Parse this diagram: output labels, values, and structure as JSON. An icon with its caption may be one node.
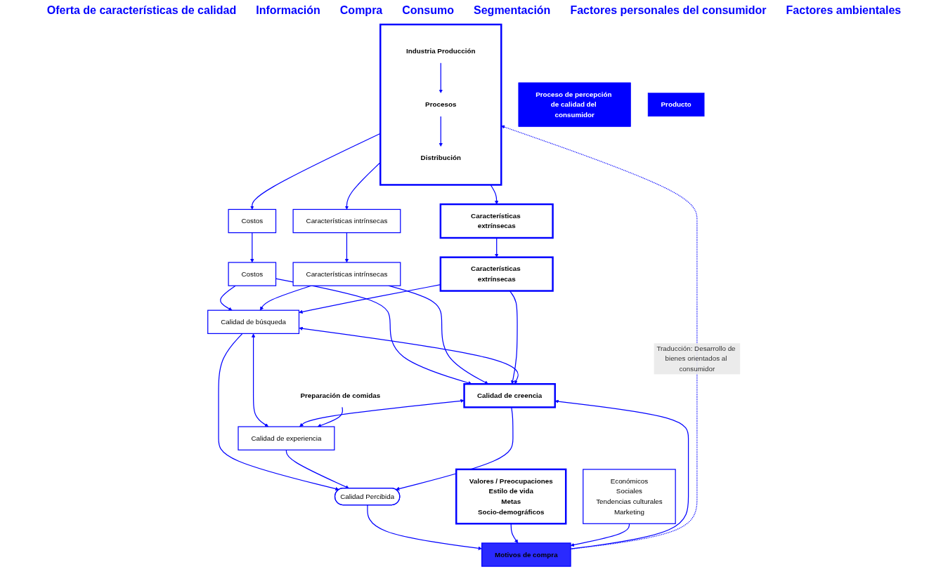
{
  "diagram": {
    "nodes": [
      {
        "text": [
          "Producto"
        ]
      },
      {
        "text": [
          "Proceso de percepción de calidad del consumidor"
        ]
      },
      {
        "text": [],
        "shape": "box"
      },
      {
        "text": [
          "Industria Producción"
        ],
        "in": 2
      },
      {
        "text": [
          "Procesos"
        ],
        "in": 2
      },
      {
        "text": [
          "Distribución"
        ],
        "in": 2
      },
      {
        "text": [
          "Costos"
        ]
      },
      {
        "text": [
          "Características intrínsecas"
        ]
      },
      {
        "text": [
          "Características extrínsecas"
        ]
      },
      {
        "text": [
          "Costos"
        ]
      },
      {
        "text": [
          "Características intrínsecas"
        ]
      },
      {
        "text": [
          "Características extrínsecas"
        ]
      },
      {
        "text": [
          "Calidad de búsqueda"
        ]
      },
      {
        "text": [
          "Preparación de comidas"
        ]
      },
      {
        "text": [
          "Calidad de experiencia"
        ]
      },
      {
        "text": [
          "Calidad de creencia"
        ]
      },
      {
        "text": [
          "Calidad Percibida"
        ]
      },
      {
        "text": [
          "Motivos de compra"
        ]
      },
      {
        "text": [
          "Valores / Preocupaciones",
          "Estilo de vida",
          "Metas",
          "Socio-demográficos"
        ]
      },
      {
        "text": [
          "Económicos",
          "Sociales",
          "Tendencias culturales",
          "Marketing"
        ]
      }
    ],
    "edges": [
      {
        "from": 3,
        "to": 4,
        "arrow": "to"
      },
      {
        "from": 4,
        "to": 5,
        "arrow": "to"
      },
      {
        "from": 2,
        "to": 6,
        "arrow": "to"
      },
      {
        "from": 2,
        "to": 7,
        "arrow": "to"
      },
      {
        "from": 2,
        "to": 8,
        "arrow": "to"
      },
      {
        "from": 6,
        "to": 9,
        "arrow": "to"
      },
      {
        "from": 7,
        "to": 10,
        "arrow": "to"
      },
      {
        "from": 8,
        "to": 11,
        "arrow": "to"
      },
      {
        "from": 9,
        "to": 12,
        "arrow": "to"
      },
      {
        "from": 9,
        "to": 15,
        "arrow": "to"
      },
      {
        "from": 10,
        "to": 12,
        "arrow": "to"
      },
      {
        "from": 10,
        "to": 15,
        "arrow": "to"
      },
      {
        "from": 11,
        "to": 12,
        "arrow": "to"
      },
      {
        "from": 11,
        "to": 15,
        "arrow": "to"
      },
      {
        "from": 12,
        "to": 15,
        "arrow": "both"
      },
      {
        "from": 12,
        "to": 14,
        "arrow": "both"
      },
      {
        "from": 15,
        "to": 14,
        "arrow": "both"
      },
      {
        "from": 13,
        "to": 14,
        "arrow": "to"
      },
      {
        "from": 12,
        "to": 16,
        "arrow": "to"
      },
      {
        "from": 14,
        "to": 16,
        "arrow": "to"
      },
      {
        "from": 15,
        "to": 16,
        "arrow": "to"
      },
      {
        "from": 16,
        "to": 17,
        "arrow": "to"
      },
      {
        "from": 17,
        "to": 15,
        "arrow": "to"
      },
      {
        "from": 17,
        "to": 2,
        "arrow": "to",
        "style": "dashed",
        "label": "Traducción: Desarrollo de bienes orientados al consumidor"
      },
      {
        "from": 18,
        "to": 17,
        "arrow": "to"
      },
      {
        "from": 19,
        "to": 17,
        "arrow": "to"
      }
    ],
    "labels": [
      "Oferta de características de calidad",
      "Información",
      "Compra",
      "Consumo",
      "Segmentación",
      "Factores personales del consumidor",
      "Factores ambientales"
    ]
  }
}
